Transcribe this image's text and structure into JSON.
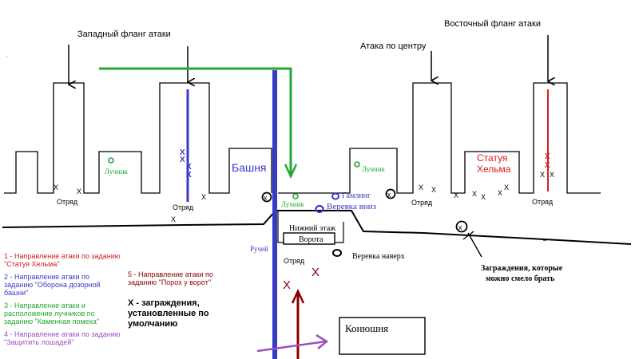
{
  "colors": {
    "black": "#000000",
    "blue": "#3a3ac8",
    "green": "#22a832",
    "red": "#d42020",
    "darkred": "#8b0000",
    "purple": "#9b4fc0",
    "brown": "#7a1010"
  },
  "headers": {
    "west": "Западный фланг атаки",
    "center": "Атака по центру",
    "east": "Восточный фланг атаки"
  },
  "structures": {
    "tower": "Башня",
    "statue": "Статуя",
    "statue2": "Хельма",
    "lower_floor": "Нижний этаж",
    "gate": "Ворота",
    "stable": "Конюшня"
  },
  "labels": {
    "archer": "Лучник",
    "squad": "Отряд",
    "gamling": "Гамлинг",
    "rope_down": "Веревка вниз",
    "rope_up": "Веревка наверх",
    "stream": "Ручей",
    "barriers_note_1": "Заграждения, которые",
    "barriers_note_2": "можно смело брать",
    "x": "X",
    "x_small": "x"
  },
  "legend": {
    "item1": [
      "1 - Направление атаки по заданию",
      "\"Статуя Хельма\""
    ],
    "item2": [
      "2 - Направление атаки по",
      "заданию \"Оборона дозорной",
      "башни\""
    ],
    "item3": [
      "3 - Направление атаки и",
      "расположение лучников по",
      "заданию \"Каменная помеха\""
    ],
    "item4": [
      "4 - Направление атаки по заданию",
      "\"Защитить лошадей\""
    ],
    "item5": [
      "5 - Направление атаки по",
      "заданию \"Порох у ворот\""
    ],
    "barriers": [
      "X - заграждения,",
      "установленные по",
      "умолчанию"
    ]
  }
}
